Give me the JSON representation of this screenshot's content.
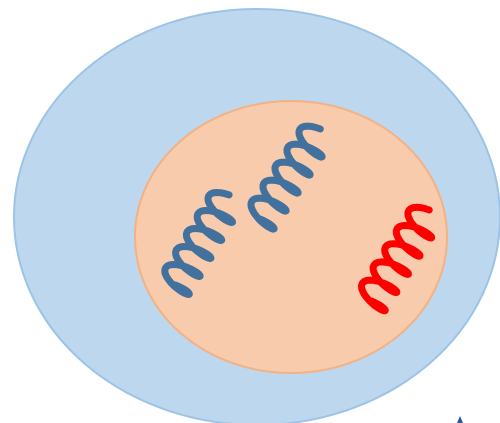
{
  "diagram": {
    "elements": [
      {
        "name": "outer-cell",
        "shape": "ellipse",
        "fill": "#bdd7ee",
        "stroke": "#9dc3e6"
      },
      {
        "name": "nucleus",
        "shape": "ellipse",
        "fill": "#f8cbad",
        "stroke": "#f4b183"
      },
      {
        "name": "chromosome-blue-left",
        "shape": "coil",
        "color": "#41719c"
      },
      {
        "name": "chromosome-blue-center",
        "shape": "coil",
        "color": "#41719c"
      },
      {
        "name": "chromosome-red-right",
        "shape": "coil",
        "color": "#ff0000"
      }
    ]
  },
  "colors": {
    "cytoplasm_fill": "#bdd7ee",
    "cytoplasm_stroke": "#9dc3e6",
    "nucleus_fill": "#f8cbad",
    "nucleus_stroke": "#f4b183",
    "chromosome_blue": "#41719c",
    "chromosome_red": "#ff0000",
    "corner_mark": "#2f5597"
  }
}
